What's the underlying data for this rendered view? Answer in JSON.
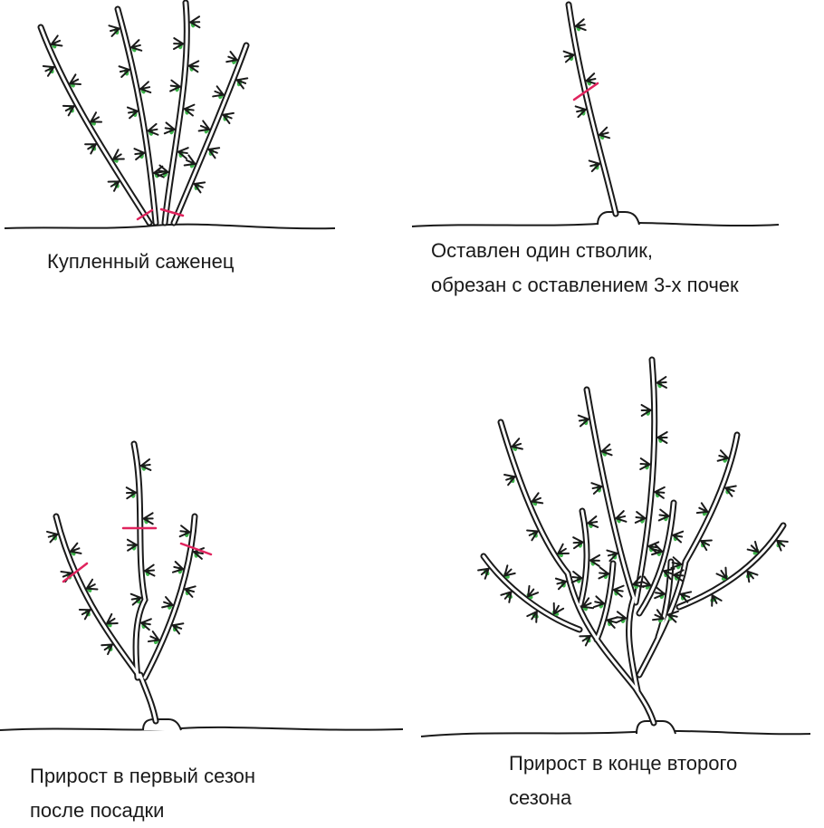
{
  "colors": {
    "stroke": "#1a1a1a",
    "bud_leaf": "#3cb54a",
    "cut_mark": "#e0245e"
  },
  "panels": [
    {
      "caption": [
        "Купленный саженец"
      ]
    },
    {
      "caption": [
        "Оставлен один стволик,",
        "обрезан с оставлением 3-х почек"
      ]
    },
    {
      "caption": [
        "Прирост в первый сезон",
        "после посадки"
      ]
    },
    {
      "caption": [
        "Прирост в конце второго",
        "сезона"
      ]
    }
  ]
}
